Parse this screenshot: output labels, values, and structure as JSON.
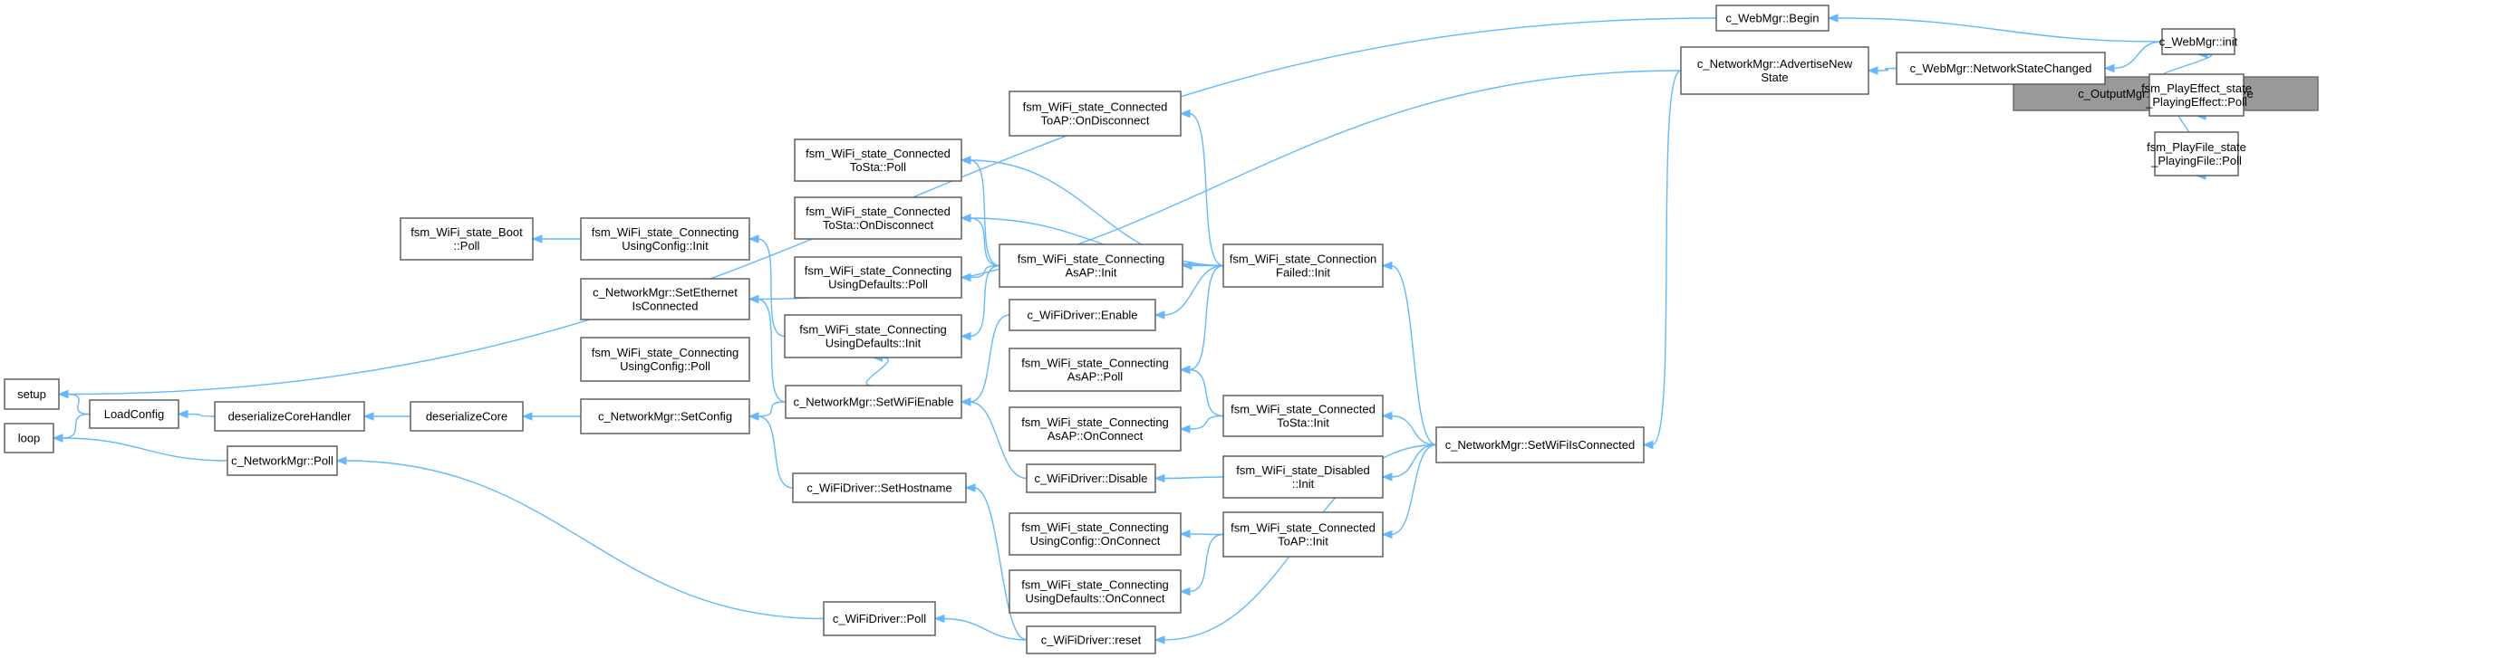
{
  "colors": {
    "edge": "#63b8ff",
    "node_border": "#555555",
    "focus_fill": "#999999",
    "background": "#ffffff"
  },
  "nodes": [
    {
      "id": "getbuf",
      "lines": [
        "c_OutputMgr::GetBufferUsedSize"
      ],
      "focus": true
    },
    {
      "id": "webinit",
      "lines": [
        "c_WebMgr::init"
      ]
    },
    {
      "id": "playeffect",
      "lines": [
        "fsm_PlayEffect_state",
        "_PlayingEffect::Poll"
      ]
    },
    {
      "id": "playfile",
      "lines": [
        "fsm_PlayFile_state",
        "_PlayingFile::Poll"
      ]
    },
    {
      "id": "webbegin",
      "lines": [
        "c_WebMgr::Begin"
      ]
    },
    {
      "id": "netstate",
      "lines": [
        "c_WebMgr::NetworkStateChanged"
      ]
    },
    {
      "id": "advertise",
      "lines": [
        "c_NetworkMgr::AdvertiseNew",
        "State"
      ]
    },
    {
      "id": "setwifi",
      "lines": [
        "c_NetworkMgr::SetWiFiIsConnected"
      ]
    },
    {
      "id": "connfailed",
      "lines": [
        "fsm_WiFi_state_Connection",
        "Failed::Init"
      ]
    },
    {
      "id": "ctostainit",
      "lines": [
        "fsm_WiFi_state_Connected",
        "ToSta::Init"
      ]
    },
    {
      "id": "disabledinit",
      "lines": [
        "fsm_WiFi_state_Disabled",
        "::Init"
      ]
    },
    {
      "id": "ctoapinit",
      "lines": [
        "fsm_WiFi_state_Connected",
        "ToAP::Init"
      ]
    },
    {
      "id": "wdreset",
      "lines": [
        "c_WiFiDriver::reset"
      ]
    },
    {
      "id": "ctoapdisc",
      "lines": [
        "fsm_WiFi_state_Connected",
        "ToAP::OnDisconnect"
      ]
    },
    {
      "id": "ctostapoll",
      "lines": [
        "fsm_WiFi_state_Connected",
        "ToSta::Poll"
      ]
    },
    {
      "id": "ctostadisc",
      "lines": [
        "fsm_WiFi_state_Connected",
        "ToSta::OnDisconnect"
      ]
    },
    {
      "id": "casapinit",
      "lines": [
        "fsm_WiFi_state_Connecting",
        "AsAP::Init"
      ]
    },
    {
      "id": "wdenable",
      "lines": [
        "c_WiFiDriver::Enable"
      ]
    },
    {
      "id": "casappoll",
      "lines": [
        "fsm_WiFi_state_Connecting",
        "AsAP::Poll"
      ]
    },
    {
      "id": "casaponconn",
      "lines": [
        "fsm_WiFi_state_Connecting",
        "AsAP::OnConnect"
      ]
    },
    {
      "id": "wddisable",
      "lines": [
        "c_WiFiDriver::Disable"
      ]
    },
    {
      "id": "cucfgonconn",
      "lines": [
        "fsm_WiFi_state_Connecting",
        "UsingConfig::OnConnect"
      ]
    },
    {
      "id": "cudefonconn",
      "lines": [
        "fsm_WiFi_state_Connecting",
        "UsingDefaults::OnConnect"
      ]
    },
    {
      "id": "cudefpoll",
      "lines": [
        "fsm_WiFi_state_Connecting",
        "UsingDefaults::Poll"
      ]
    },
    {
      "id": "cudefinit",
      "lines": [
        "fsm_WiFi_state_Connecting",
        "UsingDefaults::Init"
      ]
    },
    {
      "id": "setwifienable",
      "lines": [
        "c_NetworkMgr::SetWiFiEnable"
      ]
    },
    {
      "id": "sethostname",
      "lines": [
        "c_WiFiDriver::SetHostname"
      ]
    },
    {
      "id": "wdpoll",
      "lines": [
        "c_WiFiDriver::Poll"
      ]
    },
    {
      "id": "cucfginit",
      "lines": [
        "fsm_WiFi_state_Connecting",
        "UsingConfig::Init"
      ]
    },
    {
      "id": "seteth",
      "lines": [
        "c_NetworkMgr::SetEthernet",
        "IsConnected"
      ]
    },
    {
      "id": "cucfgpoll",
      "lines": [
        "fsm_WiFi_state_Connecting",
        "UsingConfig::Poll"
      ]
    },
    {
      "id": "setconfig",
      "lines": [
        "c_NetworkMgr::SetConfig"
      ]
    },
    {
      "id": "bootpoll",
      "lines": [
        "fsm_WiFi_state_Boot",
        "::Poll"
      ]
    },
    {
      "id": "descore",
      "lines": [
        "deserializeCore"
      ]
    },
    {
      "id": "desch",
      "lines": [
        "deserializeCoreHandler"
      ]
    },
    {
      "id": "loadcfg",
      "lines": [
        "LoadConfig"
      ]
    },
    {
      "id": "nmpoll",
      "lines": [
        "c_NetworkMgr::Poll"
      ]
    },
    {
      "id": "setup",
      "lines": [
        "setup"
      ]
    },
    {
      "id": "loop",
      "lines": [
        "loop"
      ]
    }
  ],
  "edges": [
    [
      "webinit",
      "getbuf"
    ],
    [
      "playeffect",
      "getbuf"
    ],
    [
      "playfile",
      "getbuf"
    ],
    [
      "webbegin",
      "webinit"
    ],
    [
      "netstate",
      "webinit"
    ],
    [
      "advertise",
      "netstate"
    ],
    [
      "setwifi",
      "advertise"
    ],
    [
      "connfailed",
      "setwifi"
    ],
    [
      "ctostainit",
      "setwifi"
    ],
    [
      "disabledinit",
      "setwifi"
    ],
    [
      "ctoapinit",
      "setwifi"
    ],
    [
      "wdreset",
      "setwifi"
    ],
    [
      "ctoapdisc",
      "connfailed"
    ],
    [
      "ctostapoll",
      "connfailed"
    ],
    [
      "ctostadisc",
      "connfailed"
    ],
    [
      "casapinit",
      "connfailed"
    ],
    [
      "wdenable",
      "connfailed"
    ],
    [
      "casappoll",
      "connfailed"
    ],
    [
      "casappoll",
      "ctostainit"
    ],
    [
      "casaponconn",
      "ctostainit"
    ],
    [
      "wddisable",
      "disabledinit"
    ],
    [
      "cucfgonconn",
      "ctoapinit"
    ],
    [
      "cudefonconn",
      "ctoapinit"
    ],
    [
      "ctostapoll",
      "casapinit"
    ],
    [
      "ctostadisc",
      "casapinit"
    ],
    [
      "cudefpoll",
      "casapinit"
    ],
    [
      "cudefinit",
      "casapinit"
    ],
    [
      "setwifienable",
      "wdenable"
    ],
    [
      "setwifienable",
      "wddisable"
    ],
    [
      "sethostname",
      "wdreset"
    ],
    [
      "wdpoll",
      "wdreset"
    ],
    [
      "cucfginit",
      "cudefinit"
    ],
    [
      "seteth",
      "setwifienable"
    ],
    [
      "cudefinit",
      "setwifienable"
    ],
    [
      "setconfig",
      "setwifienable"
    ],
    [
      "setconfig",
      "sethostname"
    ],
    [
      "nmpoll",
      "wdpoll"
    ],
    [
      "bootpoll",
      "cucfginit"
    ],
    [
      "seteth",
      "advertise"
    ],
    [
      "descore",
      "setconfig"
    ],
    [
      "desch",
      "descore"
    ],
    [
      "loadcfg",
      "desch"
    ],
    [
      "setup",
      "loadcfg"
    ],
    [
      "loop",
      "loadcfg"
    ],
    [
      "loop",
      "nmpoll"
    ],
    [
      "setup",
      "webbegin"
    ]
  ]
}
